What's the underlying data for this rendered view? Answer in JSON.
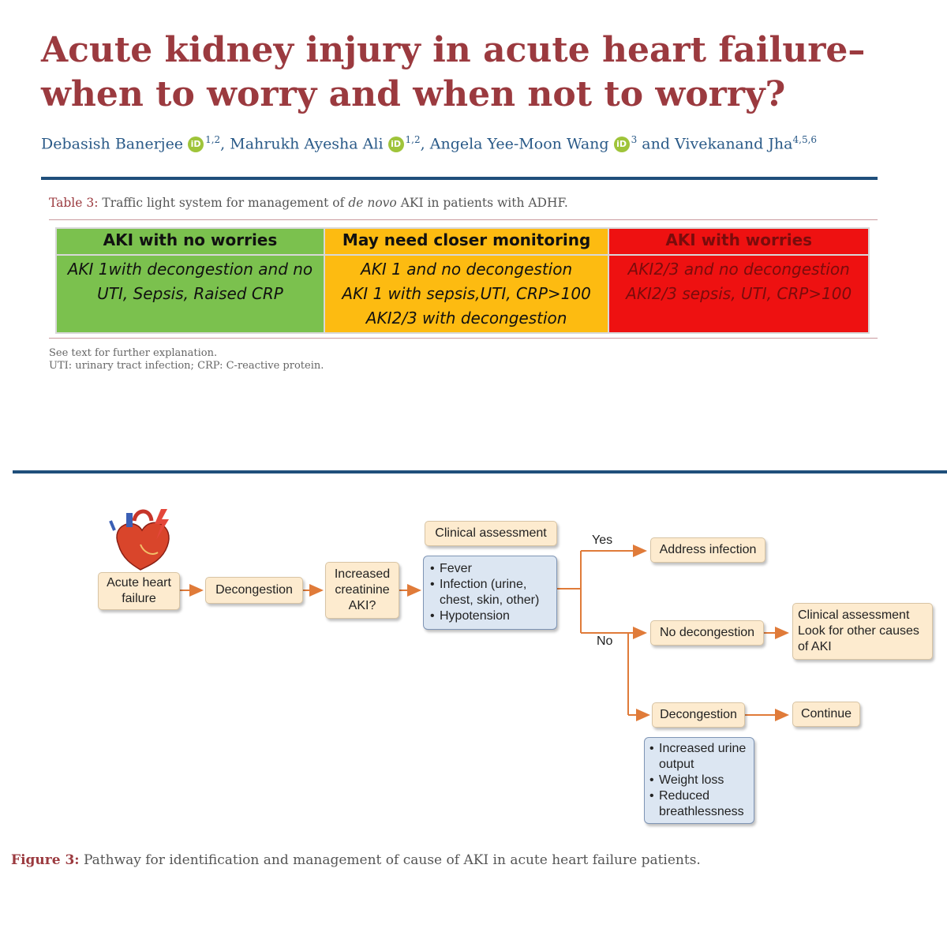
{
  "article": {
    "title": "Acute kidney injury in acute heart failure–when to worry and when not to worry?",
    "authors": [
      {
        "name": "Debasish Banerjee",
        "affil": "1,2",
        "orcid": true
      },
      {
        "name": "Mahrukh Ayesha Ali",
        "affil": "1,2",
        "orcid": true
      },
      {
        "name": "Angela Yee-Moon Wang",
        "affil": "3",
        "orcid": true
      },
      {
        "name": "Vivekanand Jha",
        "affil": "4,5,6",
        "orcid": false
      }
    ],
    "orcid_badge": "iD",
    "and_word": "and"
  },
  "table": {
    "label": "Table 3:",
    "caption_pre": "Traffic light system for management of",
    "caption_em": "de novo",
    "caption_post": "AKI in patients with ADHF.",
    "columns": [
      {
        "header": "AKI with no worries",
        "color": "#7bc14e",
        "lines": [
          "AKI 1with decongestion and no",
          "UTI, Sepsis, Raised CRP"
        ]
      },
      {
        "header": "May need closer monitoring",
        "color": "#fdbb11",
        "lines": [
          "AKI 1 and no decongestion",
          "AKI 1 with sepsis,UTI, CRP>100",
          "AKI2/3 with decongestion"
        ]
      },
      {
        "header": "AKI with worries",
        "color": "#ee1111",
        "lines": [
          "AKI2/3 and no decongestion",
          "AKI2/3 sepsis, UTI, CRP>100"
        ]
      }
    ],
    "notes": [
      "See text for further explanation.",
      "UTI: urinary tract infection; CRP: C-reactive protein."
    ]
  },
  "figure": {
    "nodes": {
      "ahf": "Acute heart failure",
      "decongestion1": "Decongestion",
      "increased": "Increased creatinine AKI?",
      "clinical_header": "Clinical assessment",
      "address": "Address infection",
      "no_decongestion": "No decongestion",
      "clinical_other": "Clinical assessment Look for other causes of AKI",
      "decongestion2": "Decongestion",
      "continue": "Continue"
    },
    "clinical_bullets": [
      "Fever",
      "Infection (urine, chest, skin, other)",
      "Hypotension"
    ],
    "decongestion_bullets": [
      "Increased urine output",
      "Weight loss",
      "Reduced breathlessness"
    ],
    "yes_label": "Yes",
    "no_label": "No",
    "label": "Figure 3:",
    "caption": "Pathway for identification and management of cause of AKI in acute heart failure patients."
  },
  "colors": {
    "title": "#9b3a3f",
    "rule": "#1f4f7b",
    "arrow": "#e07b39",
    "node": "#fdebcf",
    "bullet_box": "#dce6f2"
  }
}
